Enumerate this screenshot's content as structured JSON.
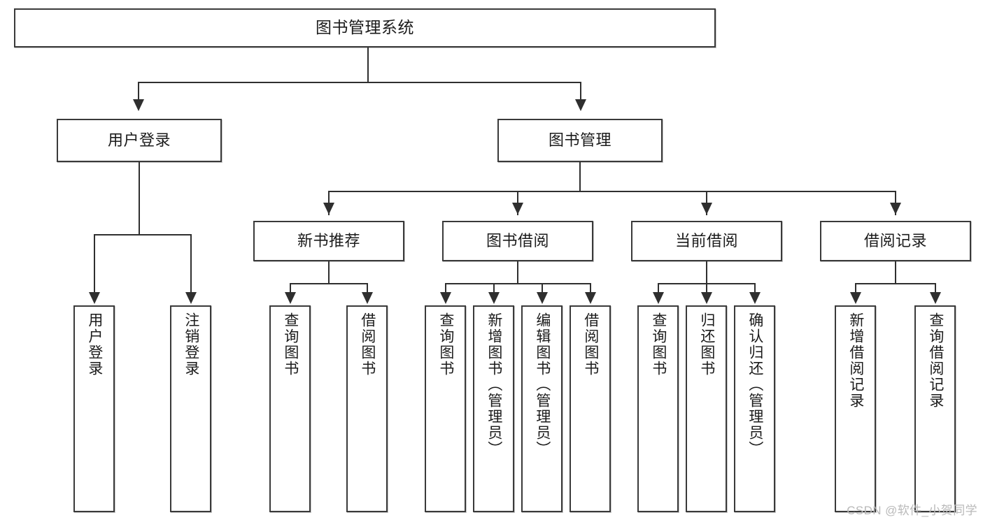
{
  "diagram": {
    "title": "图书管理系统",
    "type": "hierarchy-tree",
    "watermark": "CSDN @软件_小贺同学",
    "colors": {
      "box_border": "#3a3a3a",
      "box_fill": "#ffffff",
      "connector": "#2f2f2f",
      "text": "#1b1b1b",
      "watermark": "#b9b9b9",
      "background": "#ffffff"
    }
  },
  "nodes": {
    "root": {
      "label": "图书管理系统"
    },
    "level2": [
      {
        "label": "用户登录"
      },
      {
        "label": "图书管理"
      }
    ],
    "level3": [
      {
        "label": "新书推荐"
      },
      {
        "label": "图书借阅"
      },
      {
        "label": "当前借阅"
      },
      {
        "label": "借阅记录"
      }
    ],
    "leaves": {
      "user_login": [
        {
          "label": "用户登录"
        },
        {
          "label": "注销登录"
        }
      ],
      "new_book_recommend": [
        {
          "label": "查询图书"
        },
        {
          "label": "借阅图书"
        }
      ],
      "book_borrow": [
        {
          "label": "查询图书"
        },
        {
          "label": "新增图书（管理员）"
        },
        {
          "label": "编辑图书（管理员）"
        },
        {
          "label": "借阅图书"
        }
      ],
      "current_borrow": [
        {
          "label": "查询图书"
        },
        {
          "label": "归还图书"
        },
        {
          "label": "确认归还（管理员）"
        }
      ],
      "borrow_record": [
        {
          "label": "新增借阅记录"
        },
        {
          "label": "查询借阅记录"
        }
      ]
    }
  }
}
